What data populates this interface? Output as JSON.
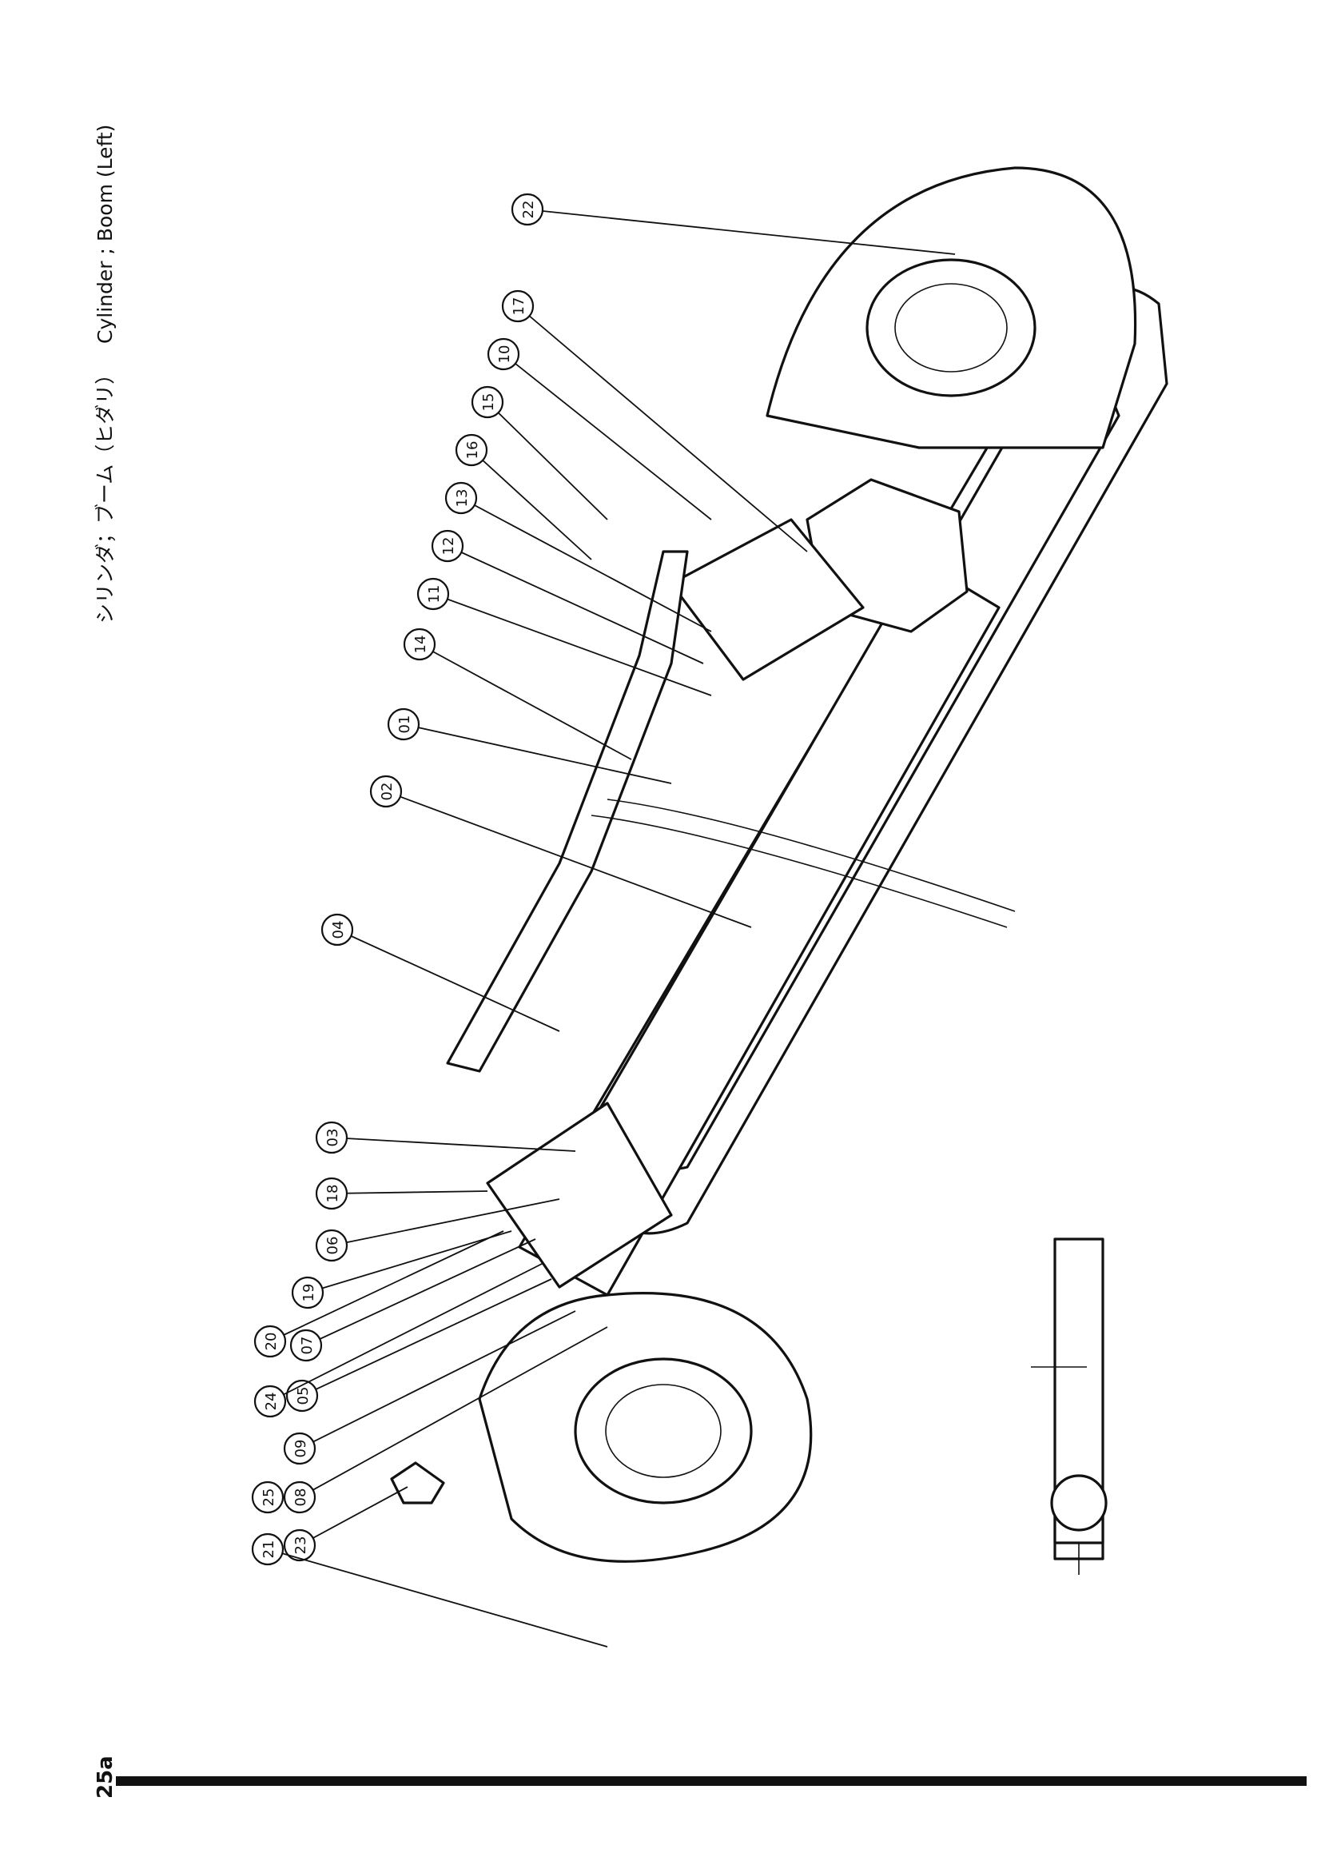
{
  "header": {
    "title_jp": "シリンダ；ブーム（ヒダリ）",
    "title_en": "Cylinder ; Boom  (Left)"
  },
  "footer": {
    "page_number": "25a"
  },
  "callouts": [
    {
      "id": "22",
      "label": "22"
    },
    {
      "id": "17",
      "label": "17"
    },
    {
      "id": "10",
      "label": "10"
    },
    {
      "id": "15",
      "label": "15"
    },
    {
      "id": "16",
      "label": "16"
    },
    {
      "id": "13",
      "label": "13"
    },
    {
      "id": "12",
      "label": "12"
    },
    {
      "id": "11",
      "label": "11"
    },
    {
      "id": "14",
      "label": "14"
    },
    {
      "id": "01",
      "label": "01"
    },
    {
      "id": "02",
      "label": "02"
    },
    {
      "id": "04",
      "label": "04"
    },
    {
      "id": "03",
      "label": "03"
    },
    {
      "id": "18",
      "label": "18"
    },
    {
      "id": "06",
      "label": "06"
    },
    {
      "id": "19",
      "label": "19"
    },
    {
      "id": "07",
      "label": "07"
    },
    {
      "id": "20",
      "label": "20"
    },
    {
      "id": "05",
      "label": "05"
    },
    {
      "id": "24",
      "label": "24"
    },
    {
      "id": "09",
      "label": "09"
    },
    {
      "id": "08",
      "label": "08"
    },
    {
      "id": "23",
      "label": "23"
    },
    {
      "id": "25",
      "label": "25"
    },
    {
      "id": "21",
      "label": "21"
    }
  ]
}
